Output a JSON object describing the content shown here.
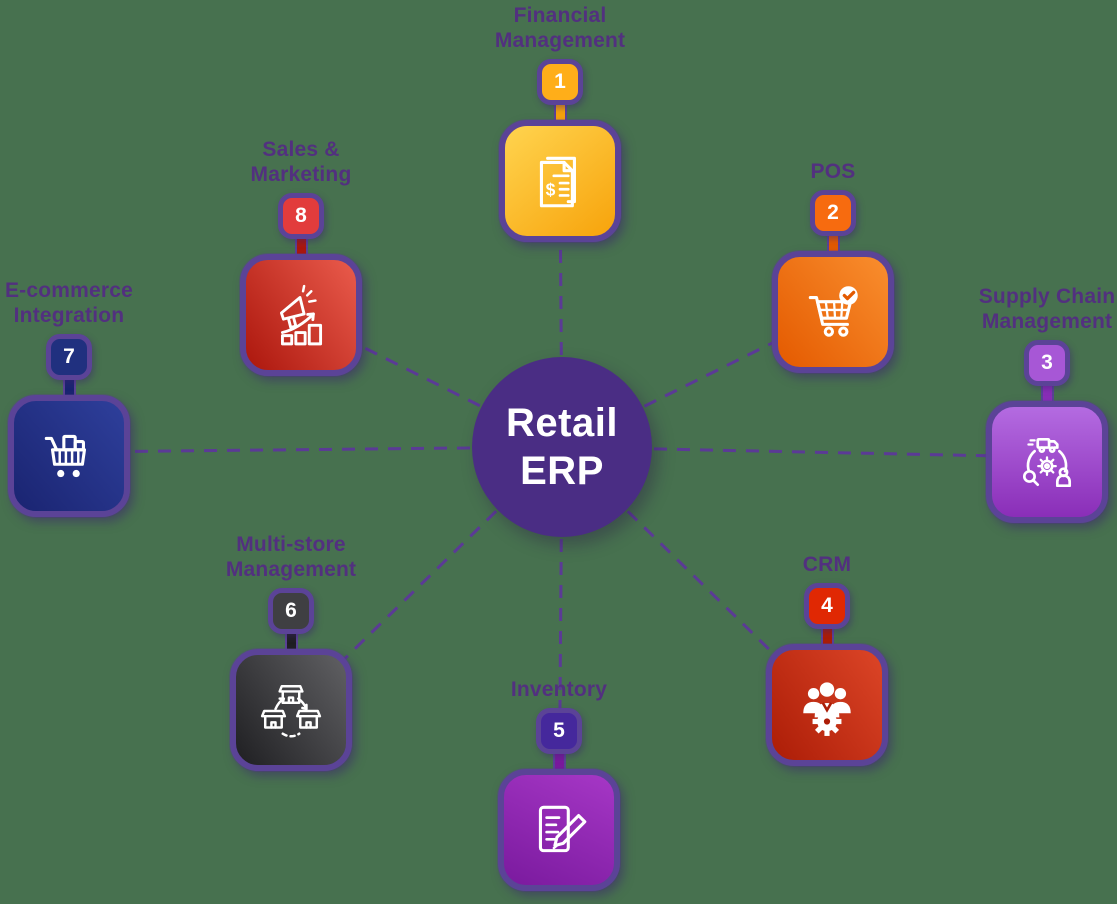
{
  "colors": {
    "background": "#47714F",
    "ring": "#5B4397",
    "label_text": "#52307F",
    "connector": "#5B3A96",
    "hub": "#4A2D84",
    "hub_text": "#FFFFFF"
  },
  "hub": {
    "label": "Retail\nERP"
  },
  "nodes": [
    {
      "id": "financial-management",
      "number": "1",
      "label": "Financial\nManagement",
      "icon": "invoice-dollar-icon",
      "color_light": "#FFD44F",
      "color_dark": "#F7A30B",
      "badge_color": "#FFAE19"
    },
    {
      "id": "pos",
      "number": "2",
      "label": "POS",
      "icon": "cart-check-icon",
      "color_light": "#F98E2E",
      "color_dark": "#E45A00",
      "badge_color": "#F76B0F"
    },
    {
      "id": "supply-chain",
      "number": "3",
      "label": "Supply Chain\nManagement",
      "icon": "logistics-cycle-icon",
      "color_light": "#B46BE1",
      "color_dark": "#8A2EB8",
      "badge_color": "#A757D6"
    },
    {
      "id": "crm",
      "number": "4",
      "label": "CRM",
      "icon": "team-gear-icon",
      "color_light": "#DC4527",
      "color_dark": "#AC1D07",
      "badge_color": "#E02803"
    },
    {
      "id": "inventory",
      "number": "5",
      "label": "Inventory",
      "icon": "document-pencil-icon",
      "color_light": "#A637C6",
      "color_dark": "#7A1A9E",
      "badge_color": "#45289C"
    },
    {
      "id": "multi-store-management",
      "number": "6",
      "label": "Multi-store\nManagement",
      "icon": "stores-sync-icon",
      "color_light": "#606063",
      "color_dark": "#1F1F22",
      "badge_color": "#3F3F42"
    },
    {
      "id": "ecommerce-integration",
      "number": "7",
      "label": "E-commerce\nIntegration",
      "icon": "cart-packages-icon",
      "color_light": "#2E3F9B",
      "color_dark": "#1A2471",
      "badge_color": "#20307F"
    },
    {
      "id": "sales-marketing",
      "number": "8",
      "label": "Sales &\nMarketing",
      "icon": "megaphone-growth-icon",
      "color_light": "#EA5B4C",
      "color_dark": "#AC170D",
      "badge_color": "#E23C3C"
    }
  ]
}
